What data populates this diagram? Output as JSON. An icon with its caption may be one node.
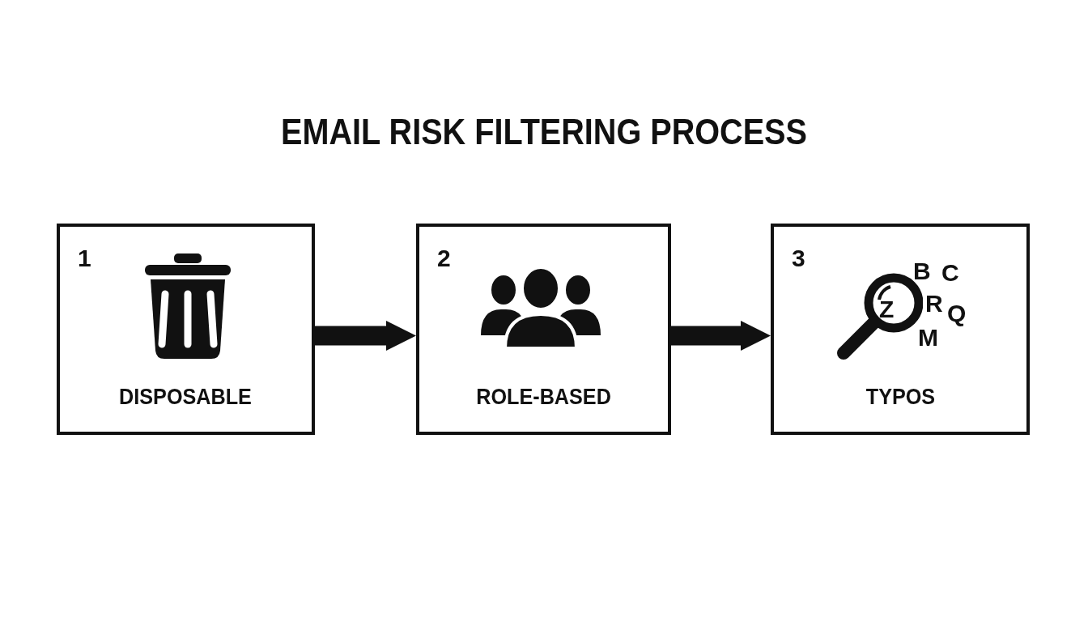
{
  "diagram": {
    "title": "EMAIL RISK FILTERING PROCESS",
    "nodes": [
      {
        "text": [
          "1",
          "DISPOSABLE"
        ]
      },
      {
        "text": [
          "2",
          "ROLE-BASED"
        ]
      },
      {
        "text": [
          "3",
          "TYPOS"
        ]
      }
    ],
    "edges": [
      {
        "from": 0,
        "to": 1,
        "arrow": "to"
      },
      {
        "from": 1,
        "to": 2,
        "arrow": "to"
      }
    ],
    "labels": [
      "B",
      "C",
      "Z",
      "R",
      "Q",
      "M"
    ]
  }
}
